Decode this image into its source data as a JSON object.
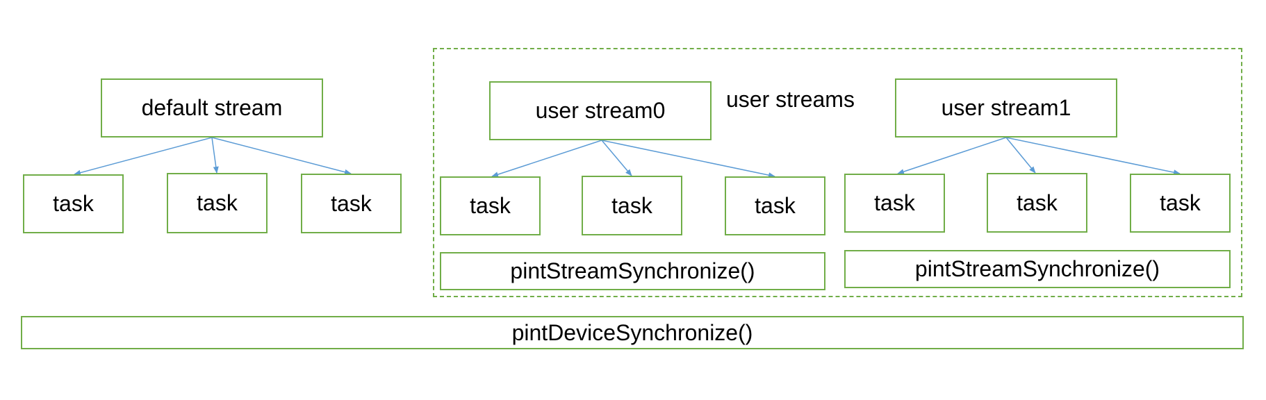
{
  "default_stream": {
    "label": "default stream",
    "tasks": [
      "task",
      "task",
      "task"
    ]
  },
  "user_streams_group": {
    "label": "user streams",
    "streams": [
      {
        "label": "user stream0",
        "tasks": [
          "task",
          "task",
          "task"
        ],
        "sync_label": "pintStreamSynchronize()"
      },
      {
        "label": "user stream1",
        "tasks": [
          "task",
          "task",
          "task"
        ],
        "sync_label": "pintStreamSynchronize()"
      }
    ]
  },
  "device_sync": {
    "label": "pintDeviceSynchronize()"
  },
  "colors": {
    "box_border": "#70ad47",
    "arrow": "#5b9bd5"
  }
}
